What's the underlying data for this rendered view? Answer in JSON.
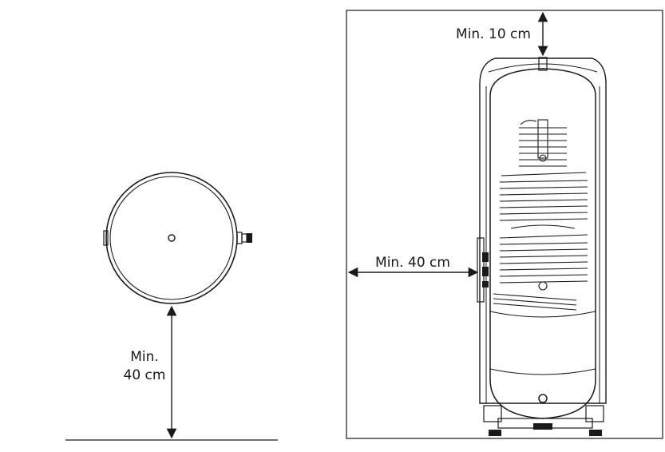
{
  "top_view": {
    "clearance_label_line1": "Min.",
    "clearance_label_line2": "40 cm"
  },
  "front_view": {
    "top_clearance_label": "Min. 10 cm",
    "side_clearance_label": "Min. 40 cm"
  }
}
